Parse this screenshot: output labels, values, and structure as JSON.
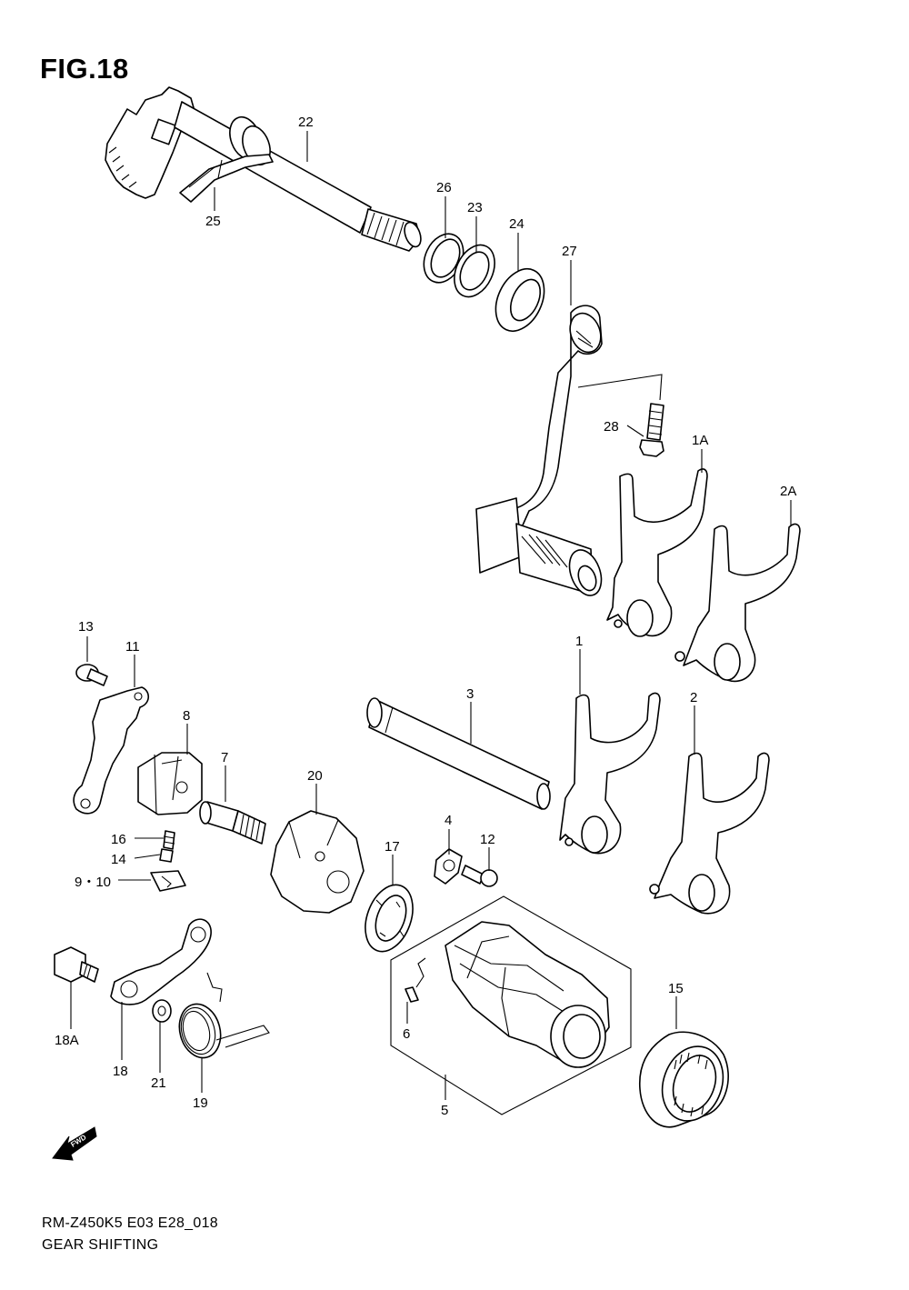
{
  "figure": {
    "title": "FIG.18"
  },
  "callouts": {
    "p22": "22",
    "p25": "25",
    "p26": "26",
    "p23": "23",
    "p24": "24",
    "p27": "27",
    "p28": "28",
    "p1A": "1A",
    "p2A": "2A",
    "p13": "13",
    "p11": "11",
    "p8": "8",
    "p7": "7",
    "p20": "20",
    "p3": "3",
    "p1": "1",
    "p2": "2",
    "p16": "16",
    "p14": "14",
    "p9_10": "9・10",
    "p4": "4",
    "p12": "12",
    "p17": "17",
    "p6": "6",
    "p5": "5",
    "p15": "15",
    "p18A": "18A",
    "p18": "18",
    "p21": "21",
    "p19": "19"
  },
  "direction_badge": {
    "label": "FWD"
  },
  "footer": {
    "model_code": "RM-Z450K5 E03 E28_018",
    "caption": "GEAR SHIFTING"
  }
}
